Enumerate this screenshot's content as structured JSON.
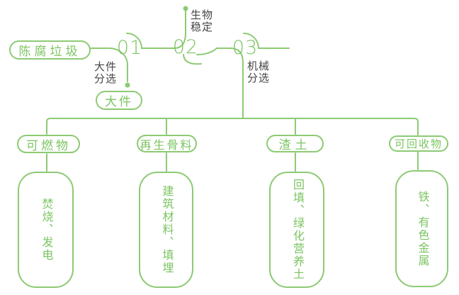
{
  "palette": {
    "green_line": "#8dca74",
    "green_text": "#7cc462",
    "dark_text": "#454545",
    "background": "#ffffff"
  },
  "flow": {
    "source": {
      "label": "陈腐垃圾"
    },
    "steps": [
      {
        "number": "01",
        "label_lines": [
          "大件",
          "分选"
        ],
        "output_label": "大件"
      },
      {
        "number": "02",
        "label_lines": [
          "生物",
          "稳定"
        ]
      },
      {
        "number": "03",
        "label_lines": [
          "机械",
          "分选"
        ]
      }
    ],
    "branches": [
      {
        "category": "可燃物",
        "result": "焚烧、发电"
      },
      {
        "category": "再生骨料",
        "result": "建筑材料、填埋"
      },
      {
        "category": "渣土",
        "result": "回填、绿化营养土"
      },
      {
        "category": "可回收物",
        "result": "铁、有色金属"
      }
    ]
  }
}
